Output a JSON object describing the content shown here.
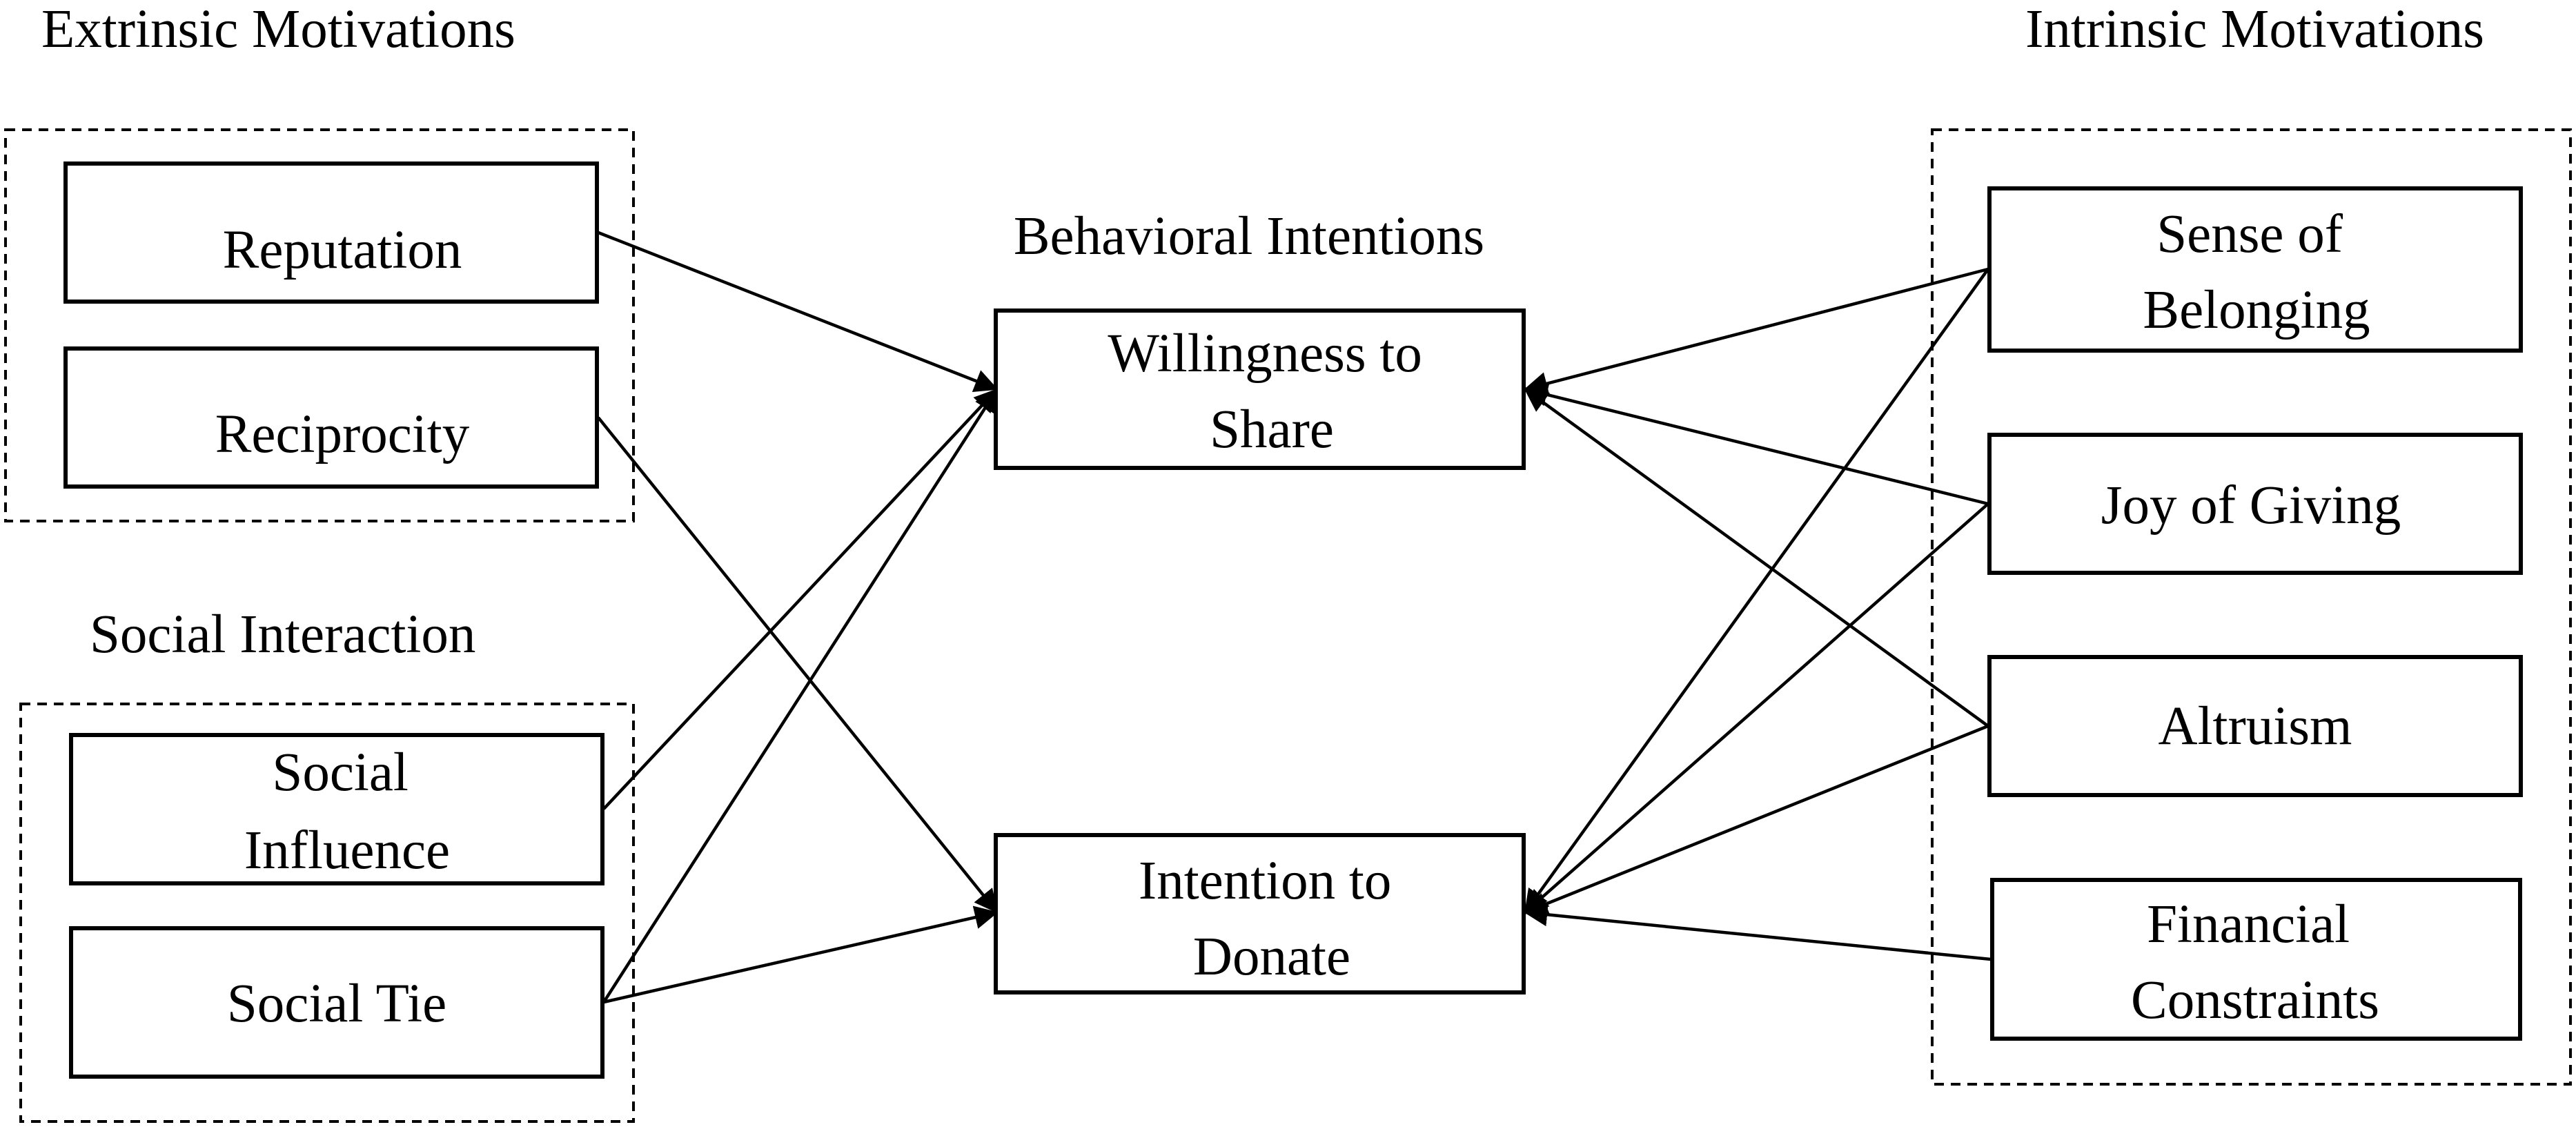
{
  "groups": {
    "extrinsic": {
      "title": "Extrinsic Motivations"
    },
    "social": {
      "title": "Social Interaction"
    },
    "behavioral": {
      "title": "Behavioral Intentions"
    },
    "intrinsic": {
      "title": "Intrinsic Motivations"
    }
  },
  "nodes": {
    "reputation": {
      "lines": [
        "Reputation"
      ]
    },
    "reciprocity": {
      "lines": [
        "Reciprocity"
      ]
    },
    "social_influence": {
      "lines": [
        "Social",
        "Influence"
      ]
    },
    "social_tie": {
      "lines": [
        "Social Tie"
      ]
    },
    "willingness_to_share": {
      "lines": [
        "Willingness to",
        "Share"
      ]
    },
    "intention_to_donate": {
      "lines": [
        "Intention to",
        "Donate"
      ]
    },
    "sense_of_belonging": {
      "lines": [
        "Sense of",
        "Belonging"
      ]
    },
    "joy_of_giving": {
      "lines": [
        "Joy of Giving"
      ]
    },
    "altruism": {
      "lines": [
        "Altruism"
      ]
    },
    "financial_constraints": {
      "lines": [
        "Financial",
        "Constraints"
      ]
    }
  },
  "edges": [
    {
      "from": "reputation",
      "to": "willingness_to_share"
    },
    {
      "from": "reciprocity",
      "to": "intention_to_donate"
    },
    {
      "from": "social_influence",
      "to": "willingness_to_share"
    },
    {
      "from": "social_tie",
      "to": "willingness_to_share"
    },
    {
      "from": "social_tie",
      "to": "intention_to_donate"
    },
    {
      "from": "sense_of_belonging",
      "to": "willingness_to_share"
    },
    {
      "from": "sense_of_belonging",
      "to": "intention_to_donate"
    },
    {
      "from": "joy_of_giving",
      "to": "willingness_to_share"
    },
    {
      "from": "joy_of_giving",
      "to": "intention_to_donate"
    },
    {
      "from": "altruism",
      "to": "willingness_to_share"
    },
    {
      "from": "altruism",
      "to": "intention_to_donate"
    },
    {
      "from": "financial_constraints",
      "to": "intention_to_donate"
    }
  ]
}
